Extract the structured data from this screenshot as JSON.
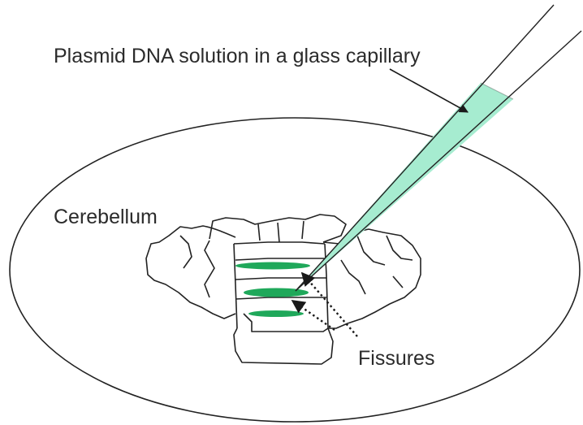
{
  "labels": {
    "capillary": "Plasmid DNA solution in a glass capillary",
    "cerebellum": "Cerebellum",
    "fissures": "Fissures"
  },
  "colors": {
    "outline": "#222222",
    "solution_fill": "#a6ecd0",
    "injection": "#1fa85a"
  }
}
